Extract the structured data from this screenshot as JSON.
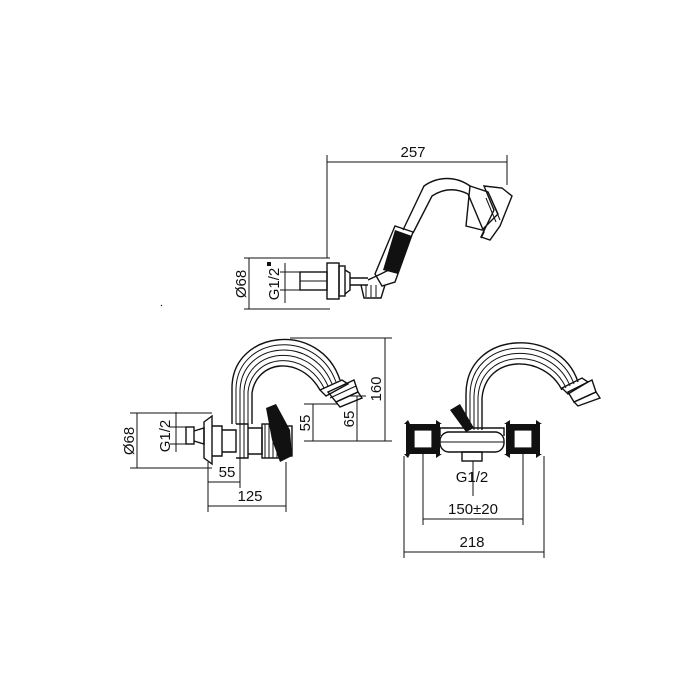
{
  "drawing": {
    "line_color": "#111111",
    "background": "#ffffff",
    "hand_shower": {
      "length": "257",
      "flange_diameter": "Ø68",
      "connection_thread": "G1/2"
    },
    "side_view": {
      "flange_diameter": "Ø68",
      "connection_thread": "G1/2",
      "depth_short": "55",
      "depth_total": "125",
      "outlet_offset": "55",
      "spout_outlet_height": "65",
      "total_height": "160"
    },
    "front_view": {
      "center_thread": "G1/2",
      "center_distance": "150±20",
      "total_width": "218"
    }
  }
}
